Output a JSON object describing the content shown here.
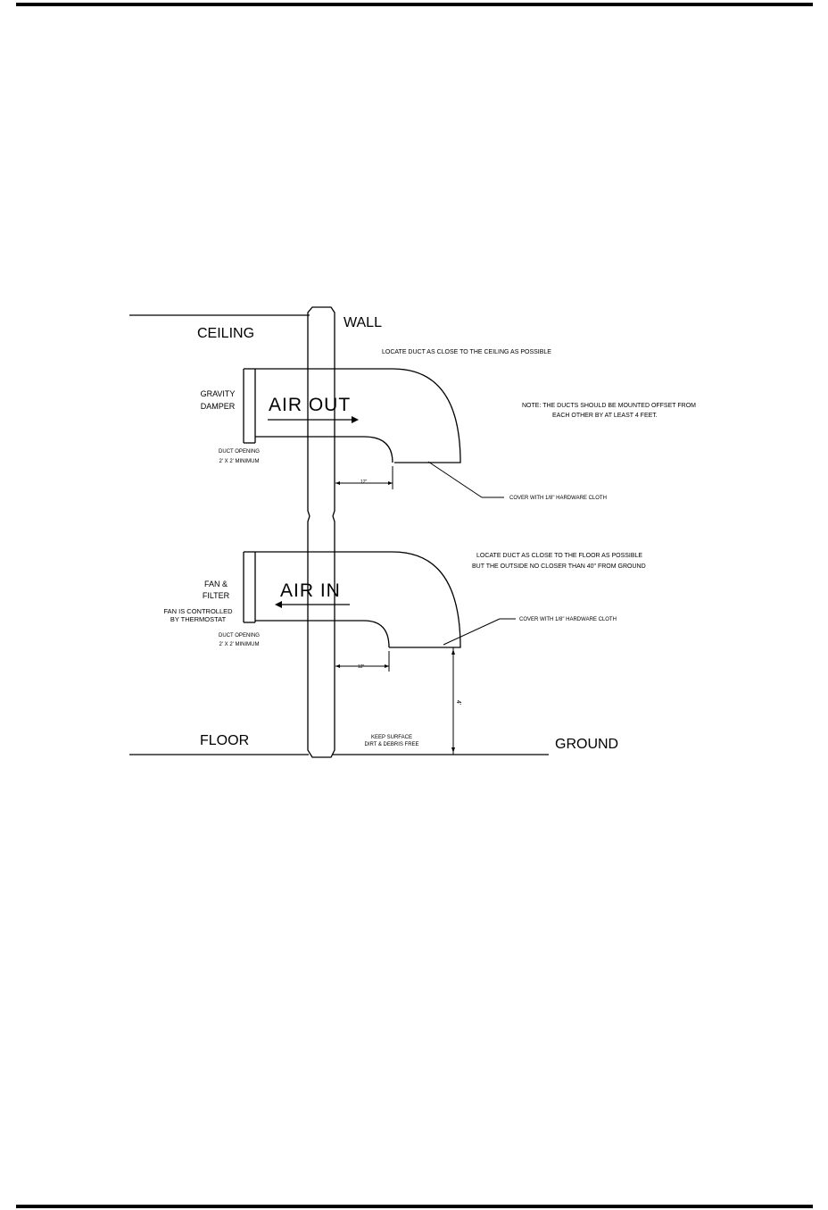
{
  "labels": {
    "ceiling": "CEILING",
    "wall": "WALL",
    "floor": "FLOOR",
    "ground": "GROUND",
    "air_out": "AIR OUT",
    "air_in": "AIR IN",
    "gravity_damper": [
      "GRAVITY",
      "DAMPER"
    ],
    "fan_filter": [
      "FAN &",
      "FILTER"
    ],
    "fan_controlled": [
      "FAN IS CONTROLLED",
      "BY THERMOSTAT"
    ],
    "duct_opening_top": [
      "DUCT OPENING",
      "2' X 2' MINIMUM"
    ],
    "duct_opening_bottom": [
      "DUCT OPENING",
      "2' X 2' MINIMUM"
    ],
    "locate_ceiling": "LOCATE DUCT AS CLOSE TO THE CEILING AS POSSIBLE",
    "note": [
      "NOTE:  THE DUCTS SHOULD BE MOUNTED OFFSET FROM",
      "EACH OTHER BY AT LEAST 4 FEET."
    ],
    "cover_top": "COVER WITH 1/8\" HARDWARE CLOTH",
    "cover_bottom": "COVER WITH 1/8\" HARDWARE CLOTH",
    "locate_floor": [
      "LOCATE DUCT AS CLOSE TO THE FLOOR AS POSSIBLE",
      "BUT THE OUTSIDE NO CLOSER THAN 40\" FROM GROUND"
    ],
    "dim_12_top": "12\"",
    "dim_12_bottom": "12\"",
    "dim_vertical": "4'",
    "keep_surface": [
      "KEEP SURFACE",
      "DIRT & DEBRIS FREE"
    ]
  }
}
